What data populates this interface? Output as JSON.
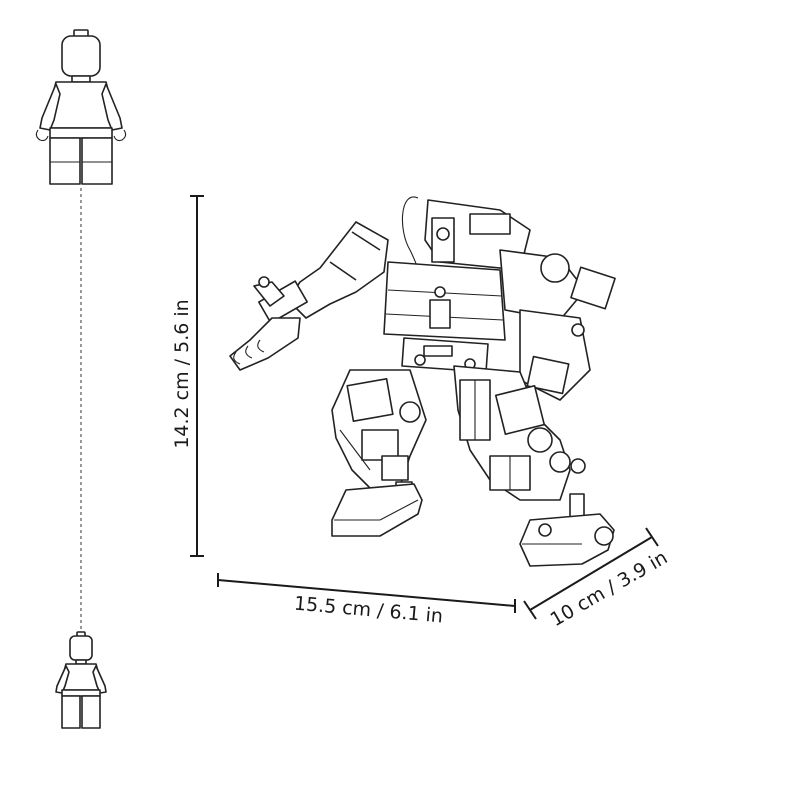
{
  "dimensions": {
    "height": "14.2 cm / 5.6 in",
    "width": "15.5 cm / 6.1 in",
    "depth": "10 cm / 3.9 in"
  },
  "figure_reference": {
    "large_figure": "minifigure-scale-large",
    "small_figure": "minifigure-scale-small"
  },
  "colors": {
    "line": "#222222",
    "background": "#ffffff"
  }
}
